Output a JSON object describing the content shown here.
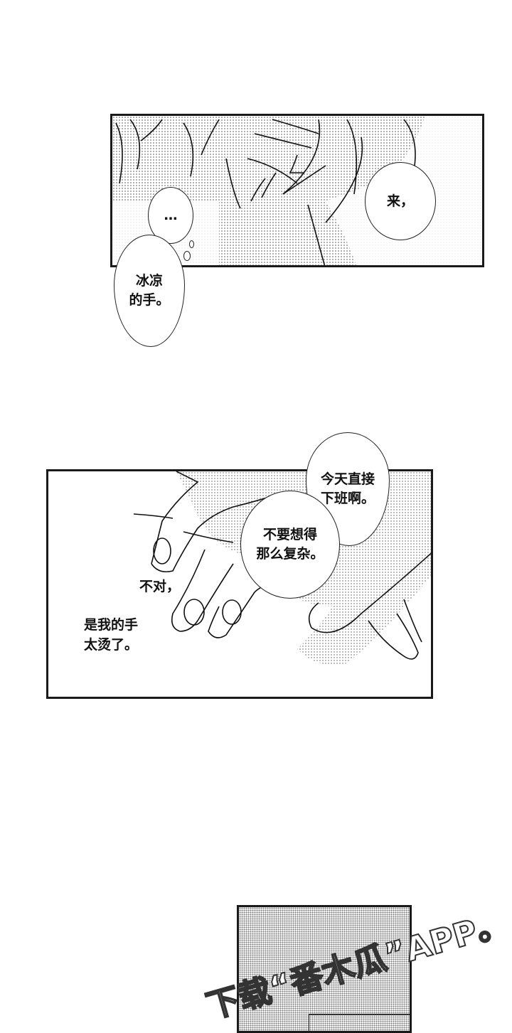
{
  "panel1": {
    "bubbles": [
      {
        "id": "ellipsis",
        "text": "…"
      },
      {
        "id": "come",
        "text": "来，"
      },
      {
        "id": "cold-hand",
        "text": "冰凉\n的手。"
      }
    ]
  },
  "panel2": {
    "bubbles": [
      {
        "id": "go-home",
        "text": "今天直接\n下班啊。"
      },
      {
        "id": "dont-overthink",
        "text": "不要想得\n那么复杂。"
      }
    ],
    "narration": [
      {
        "id": "no",
        "text": "不对，"
      },
      {
        "id": "hot-hand",
        "text": "是我的手\n太烫了。"
      }
    ]
  },
  "watermark": {
    "text": "下载“番木瓜”APP。"
  }
}
